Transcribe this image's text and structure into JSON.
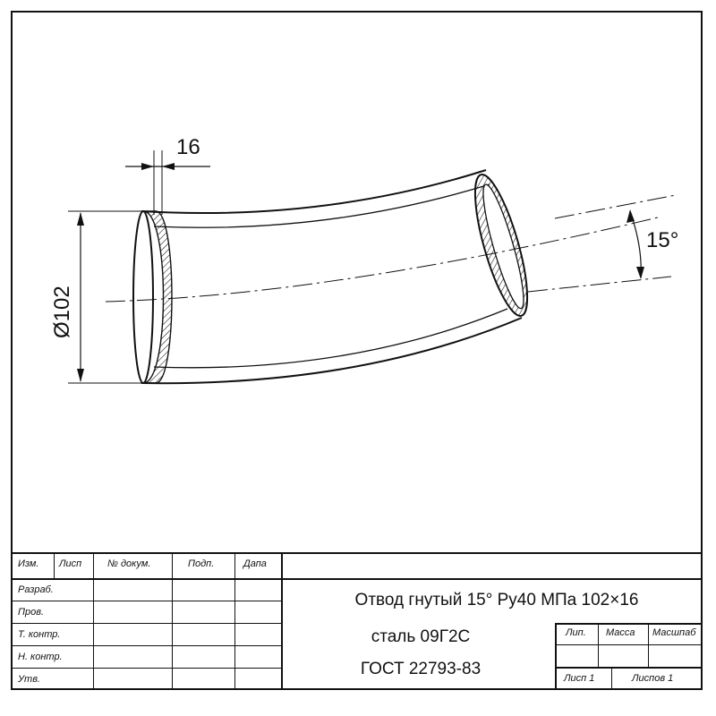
{
  "dimensions": {
    "wall_thickness": "16",
    "diameter": "Ø102",
    "angle": "15°"
  },
  "title_block": {
    "header": {
      "izm": "Изм.",
      "list": "Лисп",
      "doc_no": "№ докум.",
      "sign": "Подп.",
      "date": "Дапа"
    },
    "rows": [
      "Разраб.",
      "Пров.",
      "Т. контр.",
      "Н. контр.",
      "Утв."
    ],
    "title_line1": "Отвод гнутый 15° Ру40 МПа 102×16",
    "title_line2": "сталь 09Г2С",
    "title_line3": "ГОСТ 22793-83",
    "lit": "Лип.",
    "mass": "Масса",
    "scale": "Масшпаб",
    "sheet": "Лисп 1",
    "sheets": "Лиспов 1"
  }
}
